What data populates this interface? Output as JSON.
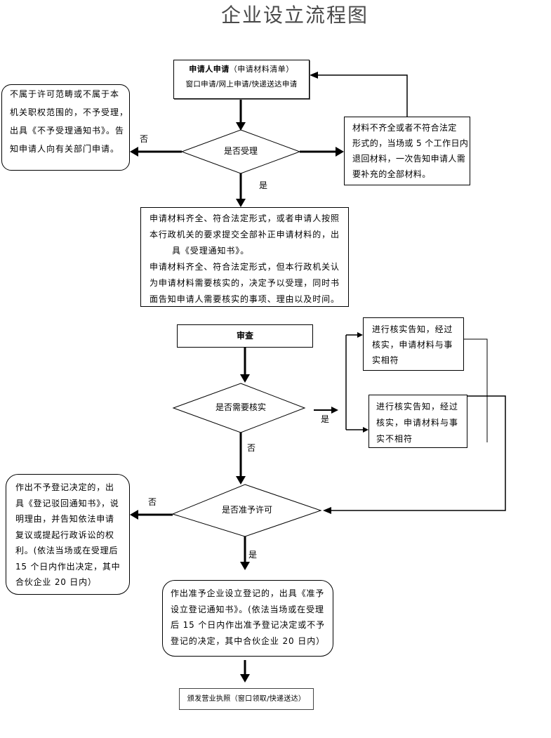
{
  "title": "企业设立流程图",
  "nodes": {
    "apply": {
      "title": "申请人申请",
      "subtitle": "（申请材料清单）",
      "channels": "窗口申请/网上申请/快递送达申请"
    },
    "decide_accept": {
      "text": "是否受理"
    },
    "reject_scope": {
      "lines": [
        "不属于许可范畴或不属于本",
        "机关职权范围的，不予受理，",
        "出具《不予受理通知书》。告",
        "知申请人向有关部门申请。"
      ]
    },
    "return_materials": {
      "lines": [
        "材料不齐全或者不符合法定",
        "形式的，当场或 5 个工作日内",
        "退回材料，一次告知申请人需",
        "要补充的全部材料。"
      ]
    },
    "accepted": {
      "lines": [
        "申请材料齐全、符合法定形式，或者申请人按照",
        "本行政机关的要求提交全部补正申请材料的，出",
        "具《受理通知书》。",
        "申请材料齐全、符合法定形式，但本行政机关认",
        "为申请材料需要核实的，决定予以受理，同时书",
        "面告知申请人需要核实的事项、理由以及时间。"
      ]
    },
    "review": {
      "text": "审查"
    },
    "decide_verify": {
      "text": "是否需要核实"
    },
    "verify_match": {
      "lines": [
        "进行核实告知，经过",
        "核实，申请材料与事",
        "实相符"
      ]
    },
    "verify_mismatch": {
      "lines": [
        "进行核实告知，经过",
        "核实，申请材料与事",
        "实不相符"
      ]
    },
    "decide_permit": {
      "text": "是否准予许可"
    },
    "reject_registration": {
      "lines": [
        "作出不予登记决定的，出",
        "具《登记驳回通知书》，说",
        "明理由，并告知依法申请",
        "复议或提起行政诉讼的权",
        "利。(依法当场或在受理后",
        "15 个日内作出决定，其中",
        "合伙企业 20 日内）"
      ]
    },
    "approve_registration": {
      "lines": [
        "作出准予企业设立登记的，出具《准予",
        "设立登记通知书》。(依法当场或在受理",
        "后 15 个日内作出准予登记决定或不予",
        "登记的决定，其中合伙企业 20 日内）"
      ]
    },
    "issue_license": {
      "text": "颁发营业执照（窗口领取/快递送达）"
    }
  },
  "edge_labels": {
    "accept_no": "否",
    "accept_yes": "是",
    "verify_yes": "是",
    "verify_no": "否",
    "permit_no": "否",
    "permit_yes": "是"
  },
  "colors": {
    "line": "#000000",
    "title": "#4a4a4a"
  }
}
